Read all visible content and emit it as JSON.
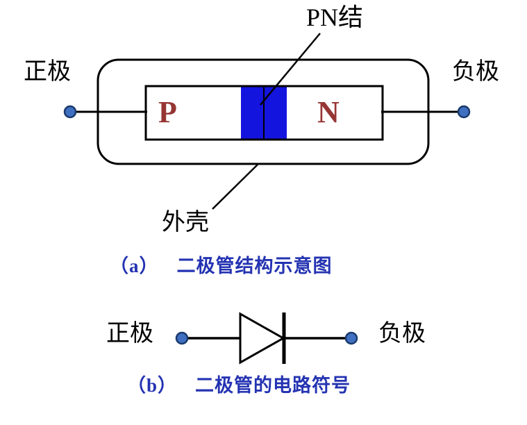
{
  "colors": {
    "junction": "#1414DF",
    "region_letter": "#963634",
    "caption": "#2433B2",
    "terminal_fill": "#3F6FC1",
    "terminal_stroke": "#1A3A6B",
    "line": "#000000"
  },
  "part_a": {
    "pn_junction_label": "PN结",
    "anode": "正极",
    "cathode": "负极",
    "p_region": "P",
    "n_region": "N",
    "shell_label": "外壳",
    "caption_index": "（a）",
    "caption": "二极管结构示意图"
  },
  "part_b": {
    "anode": "正极",
    "cathode": "负极",
    "caption_index": "（b）",
    "caption": "二极管的电路符号"
  }
}
